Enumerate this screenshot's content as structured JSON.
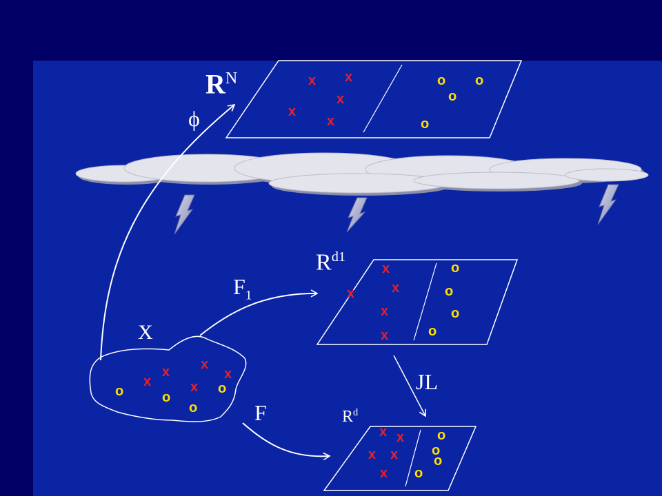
{
  "labels": {
    "rn_base": "R",
    "rn_exp": "N",
    "phi": "ϕ",
    "rd1_base": "R",
    "rd1_exp": "d1",
    "f1_base": "F",
    "f1_sub": "1",
    "x_label": "X",
    "f_label": "F",
    "jl_label": "JL",
    "rd_base": "R",
    "rd_exp": "d"
  },
  "marks": {
    "x": "x",
    "o": "o"
  },
  "colors": {
    "background": "#000066",
    "panel": "#0b24a3",
    "x_marker": "#e8202a",
    "o_marker": "#ffe000",
    "text": "#ffffff",
    "cloud": "#e4e4ec"
  },
  "icons": [
    "cloud-icon",
    "lightning-bolt-icon"
  ]
}
